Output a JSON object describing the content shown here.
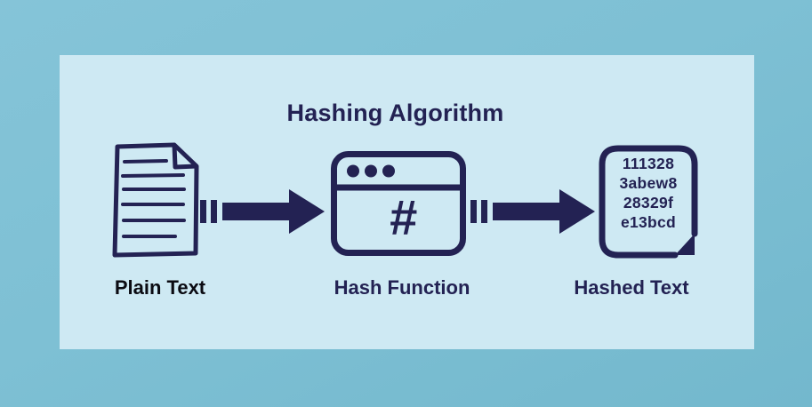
{
  "colors": {
    "outer_background": "#7EC0D4",
    "panel_background": "#CEE9F3",
    "ink_navy": "#232253",
    "plain_text_label": "#0B0B12"
  },
  "diagram": {
    "title": "Hashing Algorithm",
    "nodes": {
      "input": {
        "label": "Plain Text",
        "icon": "document-icon"
      },
      "process": {
        "label": "Hash Function",
        "icon": "browser-window-hash-icon",
        "hash_symbol": "#"
      },
      "output": {
        "label": "Hashed Text",
        "icon": "hashed-document-icon",
        "hash_lines": [
          "111328",
          "3abew8",
          "28329f",
          "e13bcd"
        ]
      }
    }
  }
}
